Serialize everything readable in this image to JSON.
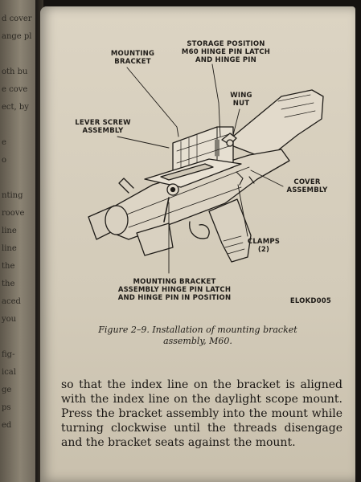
{
  "left_page": {
    "fragments": [
      "d cover",
      "ange pl",
      "",
      "oth bu",
      "e cove",
      "ect, by",
      "",
      "e",
      "o",
      "",
      "nting",
      "roove",
      "line",
      "line",
      "the",
      "the",
      "aced",
      "you",
      "",
      "fig-",
      "ical",
      "ge",
      "ps",
      "ed"
    ]
  },
  "figure": {
    "callouts": {
      "mounting_bracket": "MOUNTING\nBRACKET",
      "storage_position": "STORAGE POSITION\nM60 HINGE PIN LATCH\nAND HINGE PIN",
      "wing_nut": "WING\nNUT",
      "lever_screw": "LEVER SCREW\nASSEMBLY",
      "cover_assembly": "COVER\nASSEMBLY",
      "clamps": "CLAMPS\n(2)",
      "hinge_pin_in_position": "MOUNTING BRACKET\nASSEMBLY HINGE PIN LATCH\nAND HINGE PIN IN POSITION",
      "figure_code": "ELOKD005"
    },
    "caption": "Figure 2–9.  Installation of mounting bracket\nassembly, M60."
  },
  "body_text": "so that the index line on the bracket is aligned with the index line on the daylight scope mount. Press the bracket assembly into the mount while turning clockwise until the threads disengage and the bracket seats against the mount."
}
